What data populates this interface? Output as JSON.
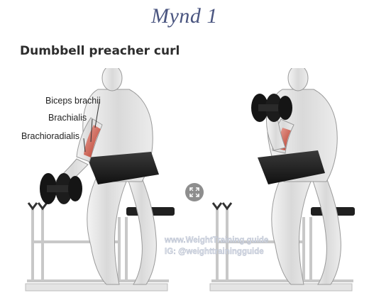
{
  "figure": {
    "caption": "Mynd 1"
  },
  "exercise": {
    "title": "Dumbbell preacher curl"
  },
  "muscle_labels": [
    "Biceps brachii",
    "Brachialis",
    "Brachioradialis"
  ],
  "watermark": {
    "line1": "www.WeightTraining.guide",
    "line2": "IG: @weighttrainingguide"
  },
  "icons": {
    "expand": "expand-arrows-icon"
  },
  "colors": {
    "caption": "#4a5580",
    "muscle_highlight": "#c0392b",
    "skin": "#e6e6e6",
    "bench": "#1f1f1f"
  }
}
